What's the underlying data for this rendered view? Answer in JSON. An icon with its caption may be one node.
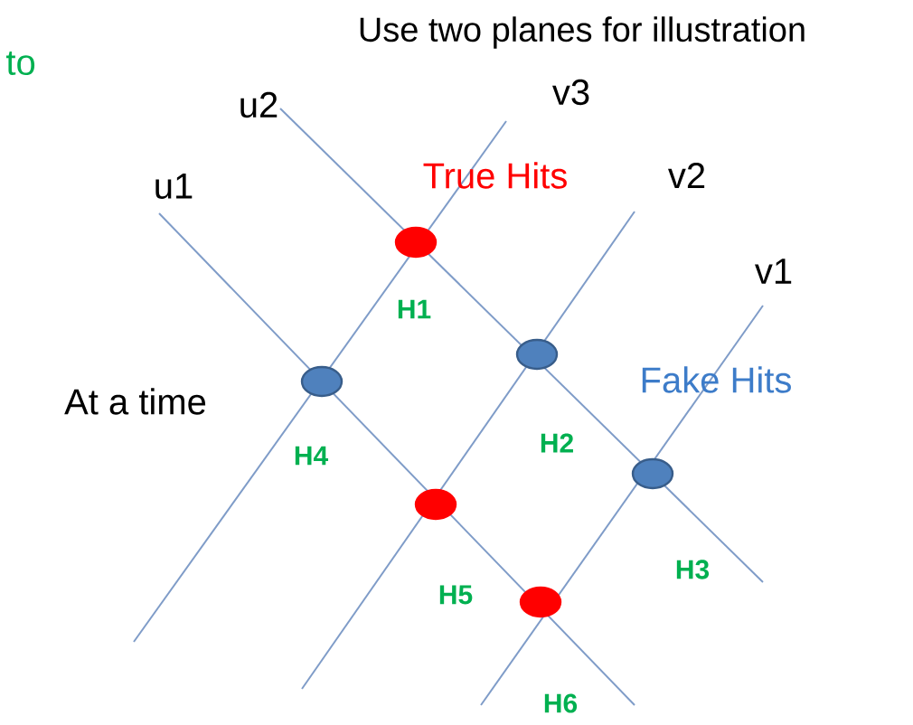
{
  "diagram": {
    "title": "Use two planes for illustration",
    "nodes": [
      {
        "text": [],
        "shape": "circle",
        "beside": [
          "H1"
        ]
      },
      {
        "text": [],
        "shape": "circle",
        "beside": [
          "H2"
        ]
      },
      {
        "text": [],
        "shape": "circle",
        "beside": [
          "H4"
        ]
      },
      {
        "text": [],
        "shape": "circle",
        "beside": [
          "H3"
        ]
      },
      {
        "text": [],
        "shape": "circle",
        "beside": [
          "H5"
        ]
      },
      {
        "text": [],
        "shape": "circle",
        "beside": [
          "H6"
        ]
      }
    ],
    "labels": [
      "to",
      "u2",
      "v3",
      "u1",
      "True Hits",
      "v2",
      "v1",
      "At a time",
      "Fake Hits"
    ]
  }
}
